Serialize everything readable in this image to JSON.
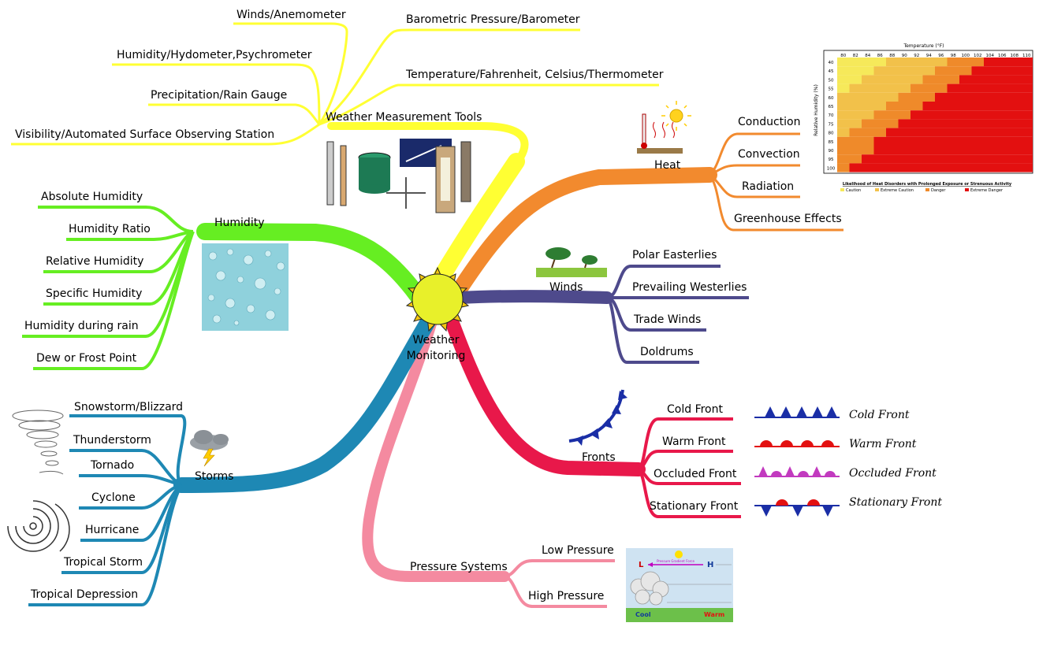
{
  "center": {
    "label_line1": "Weather",
    "label_line2": "Monitoring"
  },
  "colors": {
    "tools": "#ffff33",
    "heat": "#f28a2e",
    "humidity": "#66ee22",
    "winds": "#4e4a8c",
    "storms": "#1e88b4",
    "pressure": "#f48aa0",
    "fronts": "#e8184a"
  },
  "tools": {
    "hub": "Weather Measurement Tools",
    "items": [
      "Winds/Anemometer",
      "Humidity/Hydometer,Psychrometer",
      "Precipitation/Rain Gauge",
      "Visibility/Automated Surface Observing Station",
      "Barometric Pressure/Barometer",
      "Temperature/Fahrenheit, Celsius/Thermometer"
    ]
  },
  "heat": {
    "hub": "Heat",
    "items": [
      "Conduction",
      "Convection",
      "Radiation",
      "Greenhouse Effects"
    ]
  },
  "humidity": {
    "hub": "Humidity",
    "items": [
      "Absolute Humidity",
      "Humidity Ratio",
      "Relative Humidity",
      "Specific Humidity",
      "Humidity during rain",
      "Dew or Frost Point"
    ]
  },
  "winds": {
    "hub": "Winds",
    "items": [
      "Polar Easterlies",
      "Prevailing Westerlies",
      "Trade Winds",
      "Doldrums"
    ]
  },
  "storms": {
    "hub": "Storms",
    "items": [
      "Snowstorm/Blizzard",
      "Thunderstorm",
      "Tornado",
      "Cyclone",
      "Hurricane",
      "Tropical Storm",
      "Tropical Depression"
    ]
  },
  "pressure": {
    "hub": "Pressure Systems",
    "items": [
      "Low Pressure",
      "High Pressure"
    ],
    "diagram": {
      "L": "L",
      "H": "H",
      "arrow_text": "Pressure Gradient Force",
      "cool": "Cool",
      "warm": "Warm"
    }
  },
  "fronts": {
    "hub": "Fronts",
    "items": [
      "Cold Front",
      "Warm Front",
      "Occluded Front",
      "Stationary Front"
    ],
    "symbol_labels": [
      "Cold Front",
      "Warm Front",
      "Occluded Front",
      "Stationary Front"
    ]
  },
  "heat_index": {
    "title": "Temperature (°F)",
    "ylabel": "Relative Humidity (%)",
    "footer": "Likelihood of Heat Disorders with Prolonged Exposure or Strenuous Activity",
    "legend": [
      "Caution",
      "Extreme Caution",
      "Danger",
      "Extreme Danger"
    ],
    "temps": [
      "80",
      "82",
      "84",
      "86",
      "88",
      "90",
      "92",
      "94",
      "96",
      "98",
      "100",
      "102",
      "104",
      "106",
      "108",
      "110"
    ],
    "humidities": [
      "40",
      "45",
      "50",
      "55",
      "60",
      "65",
      "70",
      "75",
      "80",
      "85",
      "90",
      "95",
      "100"
    ]
  }
}
